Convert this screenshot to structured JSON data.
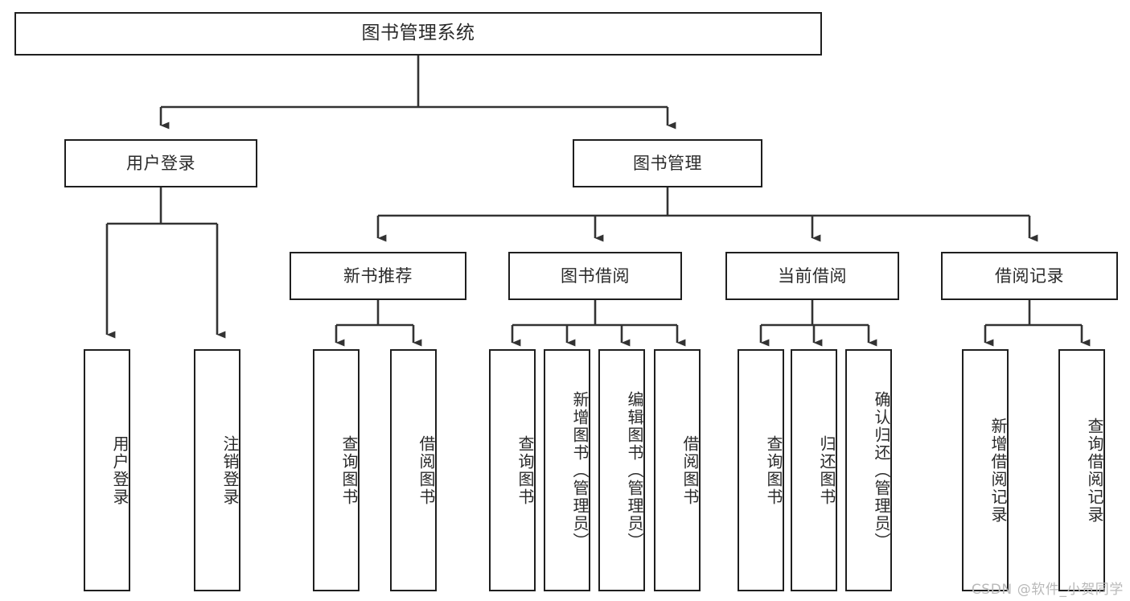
{
  "diagram": {
    "type": "tree",
    "title": "图书管理系统",
    "watermark": "CSDN @软件_小贺同学",
    "colors": {
      "box_border": "#1f1f1f",
      "box_fill": "#ffffff",
      "connector": "#333333",
      "text": "#2a2a2a",
      "watermark": "#b9b9b9"
    },
    "root": {
      "label": "图书管理系统"
    },
    "level1": [
      {
        "id": "user-login",
        "label": "用户登录"
      },
      {
        "id": "book-manage",
        "label": "图书管理"
      }
    ],
    "level2": [
      {
        "id": "new-book-recommend",
        "label": "新书推荐",
        "parent": "book-manage"
      },
      {
        "id": "book-borrow",
        "label": "图书借阅",
        "parent": "book-manage"
      },
      {
        "id": "current-borrow",
        "label": "当前借阅",
        "parent": "book-manage"
      },
      {
        "id": "borrow-record",
        "label": "借阅记录",
        "parent": "book-manage"
      }
    ],
    "leaves": {
      "user-login": [
        {
          "id": "leaf-user-login",
          "label": "用户登录"
        },
        {
          "id": "leaf-user-logout",
          "label": "注销登录"
        }
      ],
      "new-book-recommend": [
        {
          "id": "leaf-query-book-1",
          "label": "查询图书"
        },
        {
          "id": "leaf-borrow-book-1",
          "label": "借阅图书"
        }
      ],
      "book-borrow": [
        {
          "id": "leaf-query-book-2",
          "label": "查询图书"
        },
        {
          "id": "leaf-add-book",
          "label": "新增图书（管理员）"
        },
        {
          "id": "leaf-edit-book",
          "label": "编辑图书（管理员）"
        },
        {
          "id": "leaf-borrow-book-2",
          "label": "借阅图书"
        }
      ],
      "current-borrow": [
        {
          "id": "leaf-query-book-3",
          "label": "查询图书"
        },
        {
          "id": "leaf-return-book",
          "label": "归还图书"
        },
        {
          "id": "leaf-confirm-return",
          "label": "确认归还（管理员）"
        }
      ],
      "borrow-record": [
        {
          "id": "leaf-add-record",
          "label": "新增借阅记录"
        },
        {
          "id": "leaf-query-record",
          "label": "查询借阅记录"
        }
      ]
    }
  }
}
